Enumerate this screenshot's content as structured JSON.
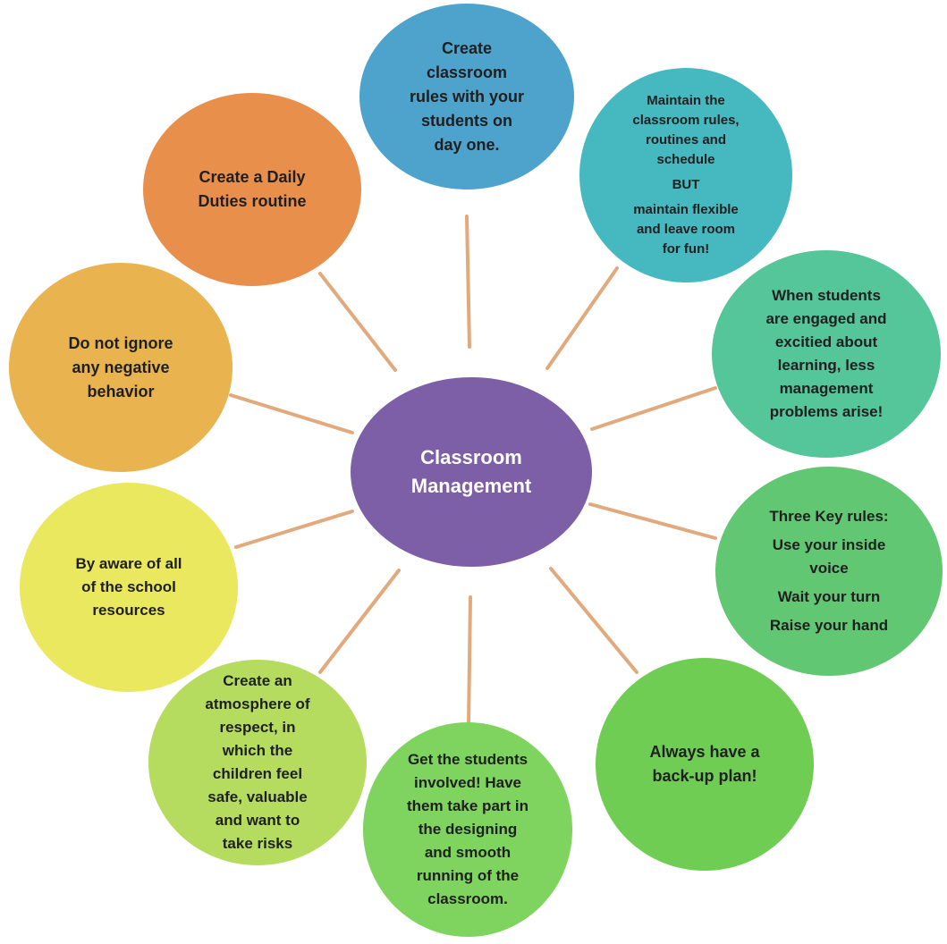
{
  "center": {
    "lines": [
      "Classroom",
      "Management"
    ]
  },
  "nodes": {
    "rules": {
      "lines": [
        "Create",
        "classroom",
        "rules with your",
        "students on",
        "day one."
      ]
    },
    "maintain": {
      "p1": [
        "Maintain  the",
        "classroom  rules,",
        "routines and",
        "schedule"
      ],
      "p2": "BUT",
      "p3": [
        "maintain flexible",
        "and leave room",
        "for fun!"
      ]
    },
    "engaged": {
      "lines": [
        "When students",
        "are engaged and",
        "excitied about",
        "learning, less",
        "management",
        "problems arise!"
      ]
    },
    "three": {
      "p1": "Three Key rules:",
      "p2": [
        "Use your inside",
        "voice"
      ],
      "p3": "Wait your turn",
      "p4": "Raise your hand"
    },
    "backup": {
      "lines": [
        "Always have a",
        "back-up plan!"
      ]
    },
    "involved": {
      "lines": [
        "Get the students",
        "involved! Have",
        "them take part in",
        "the designing",
        "and smooth",
        "running of the",
        "classroom."
      ]
    },
    "respect": {
      "lines": [
        "Create an",
        "atmosphere  of",
        "respect,  in",
        "which  the",
        "children feel",
        "safe, valuable",
        "and want to",
        "take risks"
      ]
    },
    "aware": {
      "lines": [
        "By aware  of all",
        "of the school",
        "resources"
      ]
    },
    "ignore": {
      "lines": [
        "Do not ignore",
        "any negative",
        "behavior"
      ]
    },
    "daily": {
      "lines": [
        "Create a Daily",
        "Duties routine"
      ]
    }
  },
  "colors": {
    "center": "#7d5fa7",
    "rules": "#4ea3cc",
    "daily": "#e88f4c",
    "maintain": "#46b9c0",
    "ignore": "#e9b450",
    "engaged": "#55c59a",
    "aware": "#e9e85e",
    "three": "#62c772",
    "respect": "#b5dc5f",
    "involved": "#7ed45e",
    "backup": "#6fcd54",
    "connector": "#e2a97c"
  }
}
